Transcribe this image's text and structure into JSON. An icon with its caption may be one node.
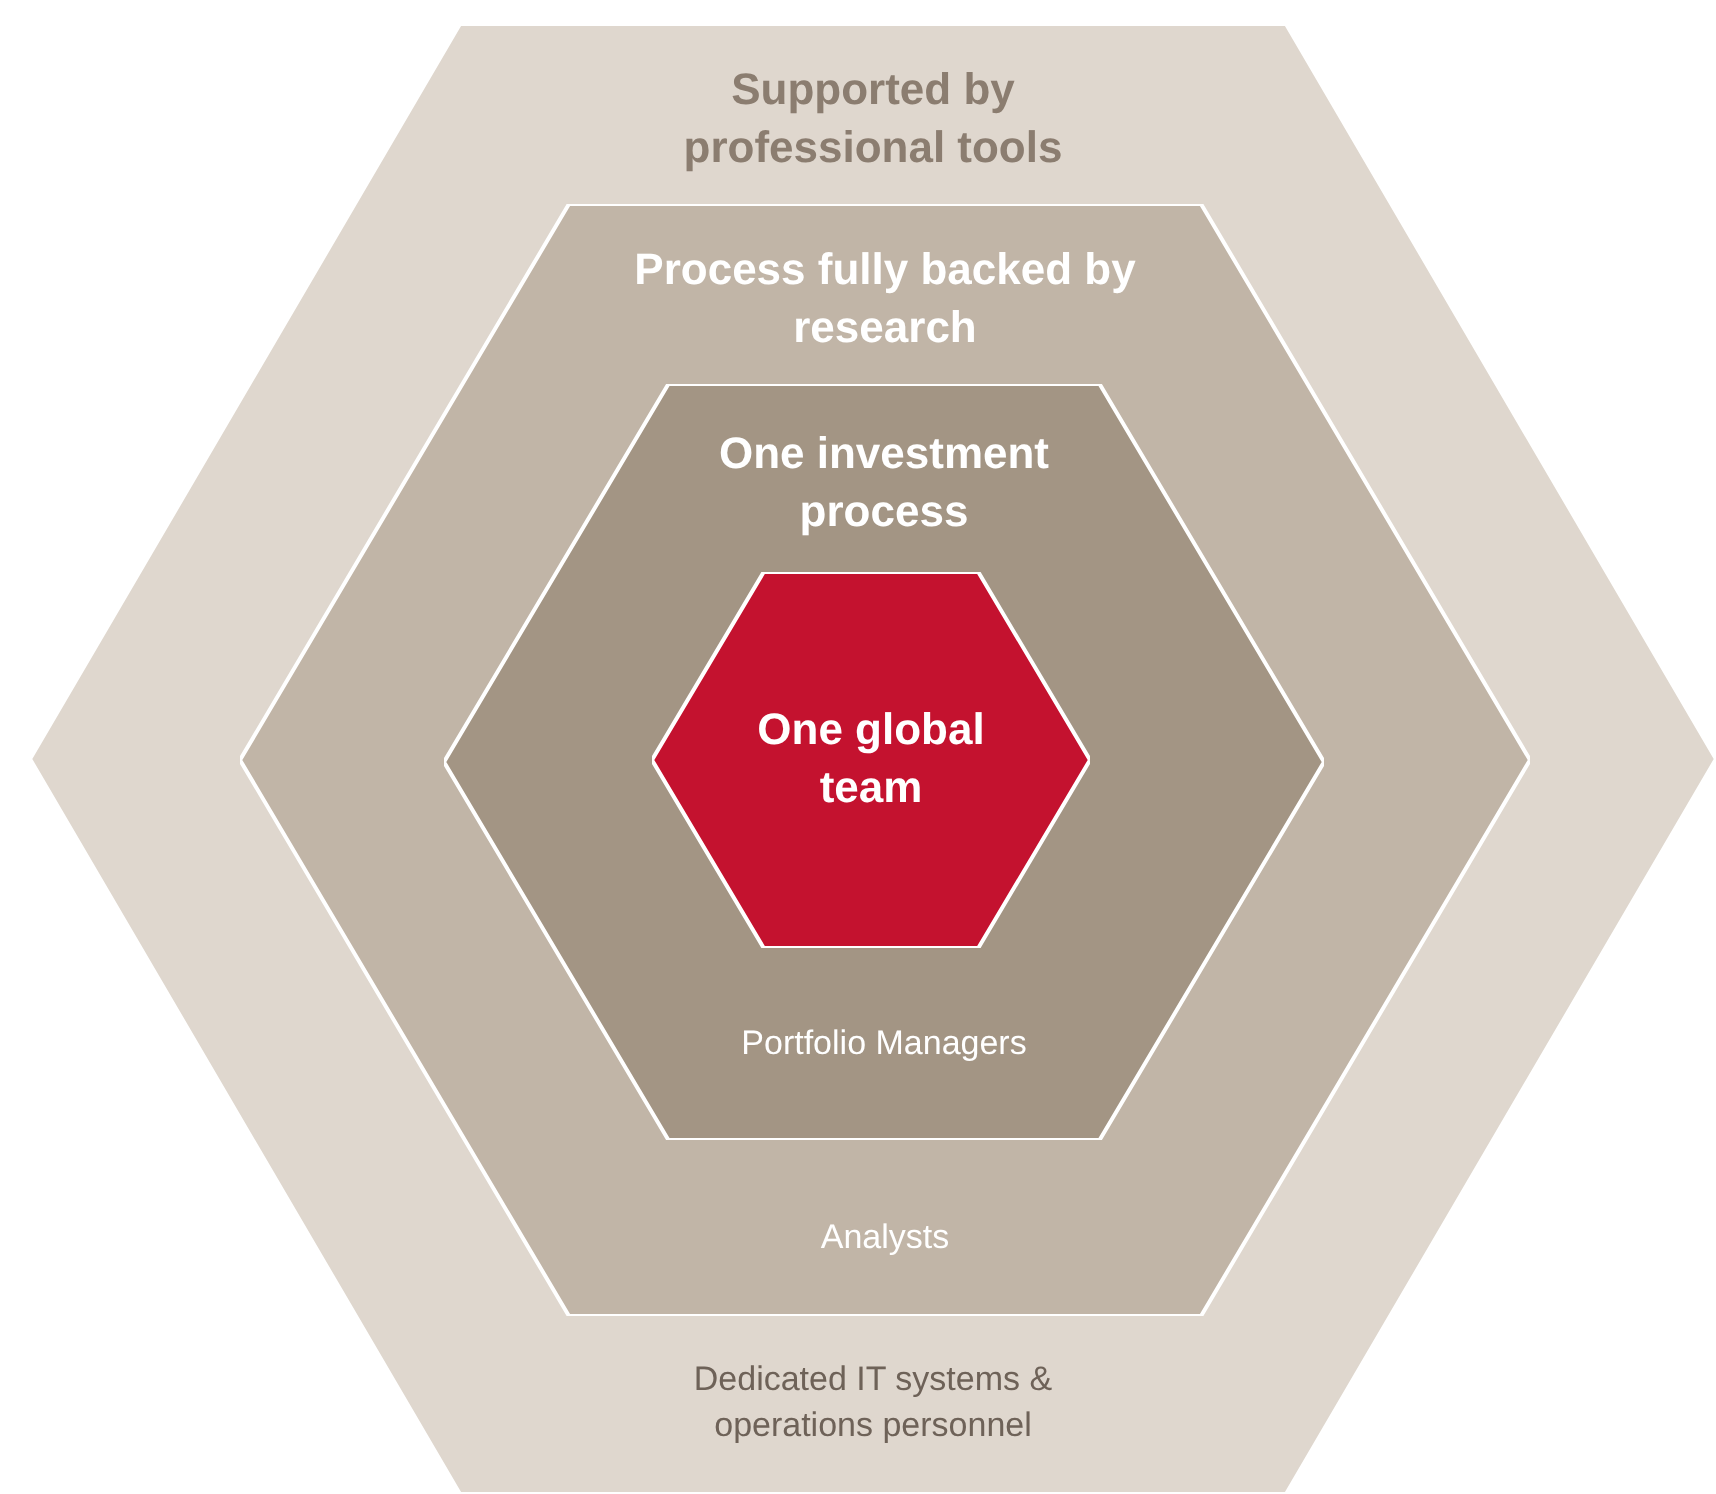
{
  "diagram": {
    "nodes": [
      {
        "text": [
          "Supported by professional tools",
          "Dedicated IT systems & operations personnel"
        ]
      },
      {
        "text": [
          "Process fully backed by research",
          "Analysts"
        ],
        "in": 0
      },
      {
        "text": [
          "One investment process",
          "Portfolio Managers"
        ],
        "in": 1
      },
      {
        "text": [
          "One global team"
        ],
        "in": 2
      }
    ]
  }
}
